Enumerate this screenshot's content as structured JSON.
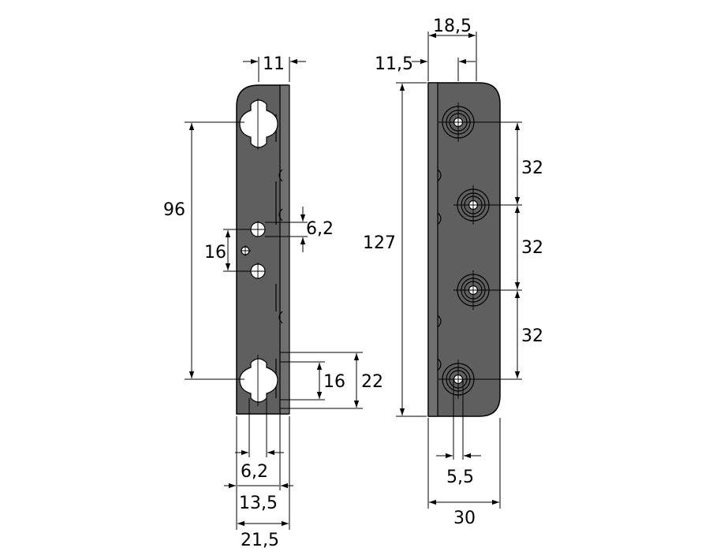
{
  "labels": {
    "left_top_width": "11",
    "left_span": "96",
    "left_small_hole": "6,2",
    "left_small_spacing": "16",
    "left_slot_16": "16",
    "left_slot_22": "22",
    "left_bottom_62": "6,2",
    "left_bottom_135": "13,5",
    "left_bottom_215": "21,5",
    "right_top_185": "18,5",
    "right_top_115": "11,5",
    "right_height": "127",
    "right_pitch_1": "32",
    "right_pitch_2": "32",
    "right_pitch_3": "32",
    "right_hole": "5,5",
    "right_width": "30"
  },
  "colors": {
    "plate": "#5f5f5f",
    "line": "#000000",
    "background": "#ffffff"
  }
}
